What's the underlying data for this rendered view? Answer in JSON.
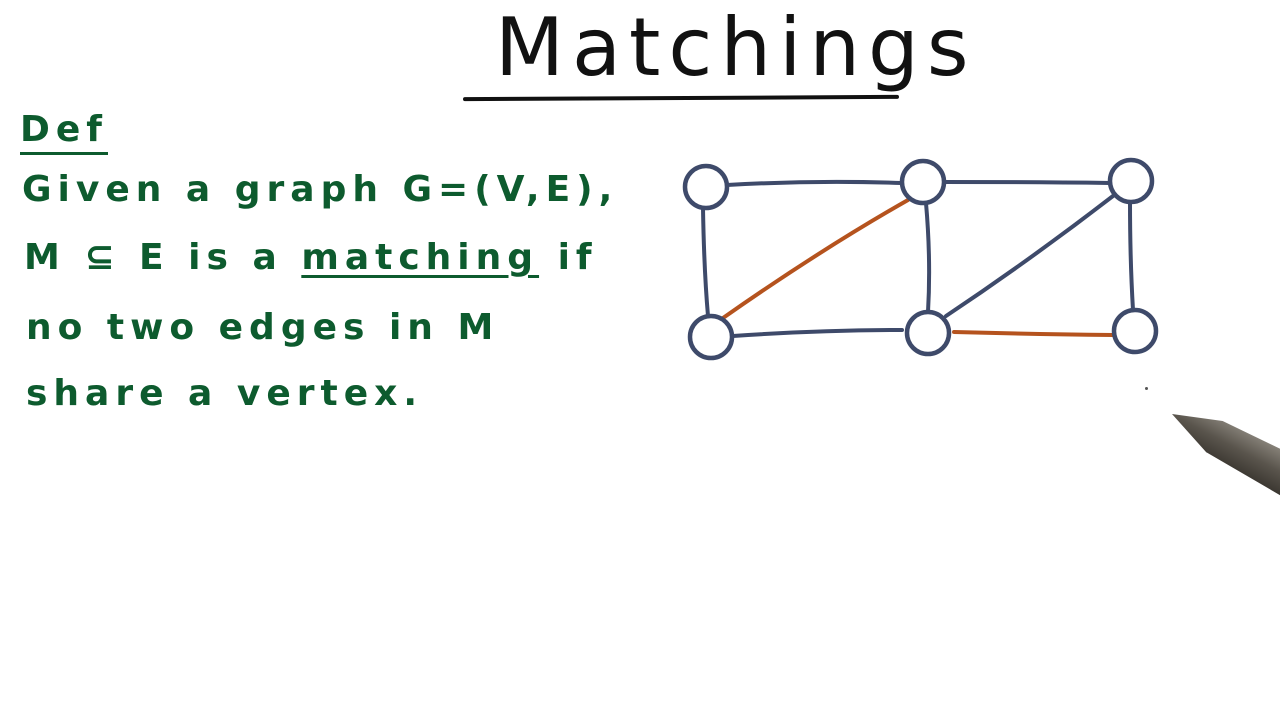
{
  "title": "Matchings",
  "definition": {
    "heading": "Def",
    "lines": [
      {
        "text": "Given a graph G=(V,E),"
      },
      {
        "prefix": "M ⊆ E is a ",
        "term": "matching",
        "suffix": " if"
      },
      {
        "text": "no two edges in M"
      },
      {
        "text": "share a vertex."
      }
    ]
  },
  "colors": {
    "title": "#111111",
    "definition_text": "#0d5b2e",
    "graph_edge": "#3e4a6a",
    "matching_edge": "#b5531e",
    "background": "#ffffff"
  },
  "graph": {
    "vertices": [
      {
        "id": "v1",
        "position": "top-left"
      },
      {
        "id": "v2",
        "position": "top-middle"
      },
      {
        "id": "v3",
        "position": "top-right"
      },
      {
        "id": "v4",
        "position": "bottom-left"
      },
      {
        "id": "v5",
        "position": "bottom-middle"
      },
      {
        "id": "v6",
        "position": "bottom-right"
      }
    ],
    "edges": [
      {
        "from": "v1",
        "to": "v2",
        "matched": false
      },
      {
        "from": "v2",
        "to": "v3",
        "matched": false
      },
      {
        "from": "v1",
        "to": "v4",
        "matched": false
      },
      {
        "from": "v2",
        "to": "v5",
        "matched": false
      },
      {
        "from": "v3",
        "to": "v6",
        "matched": false
      },
      {
        "from": "v4",
        "to": "v5",
        "matched": false
      },
      {
        "from": "v5",
        "to": "v3",
        "matched": false
      },
      {
        "from": "v4",
        "to": "v2",
        "matched": true
      },
      {
        "from": "v5",
        "to": "v6",
        "matched": true
      }
    ]
  }
}
